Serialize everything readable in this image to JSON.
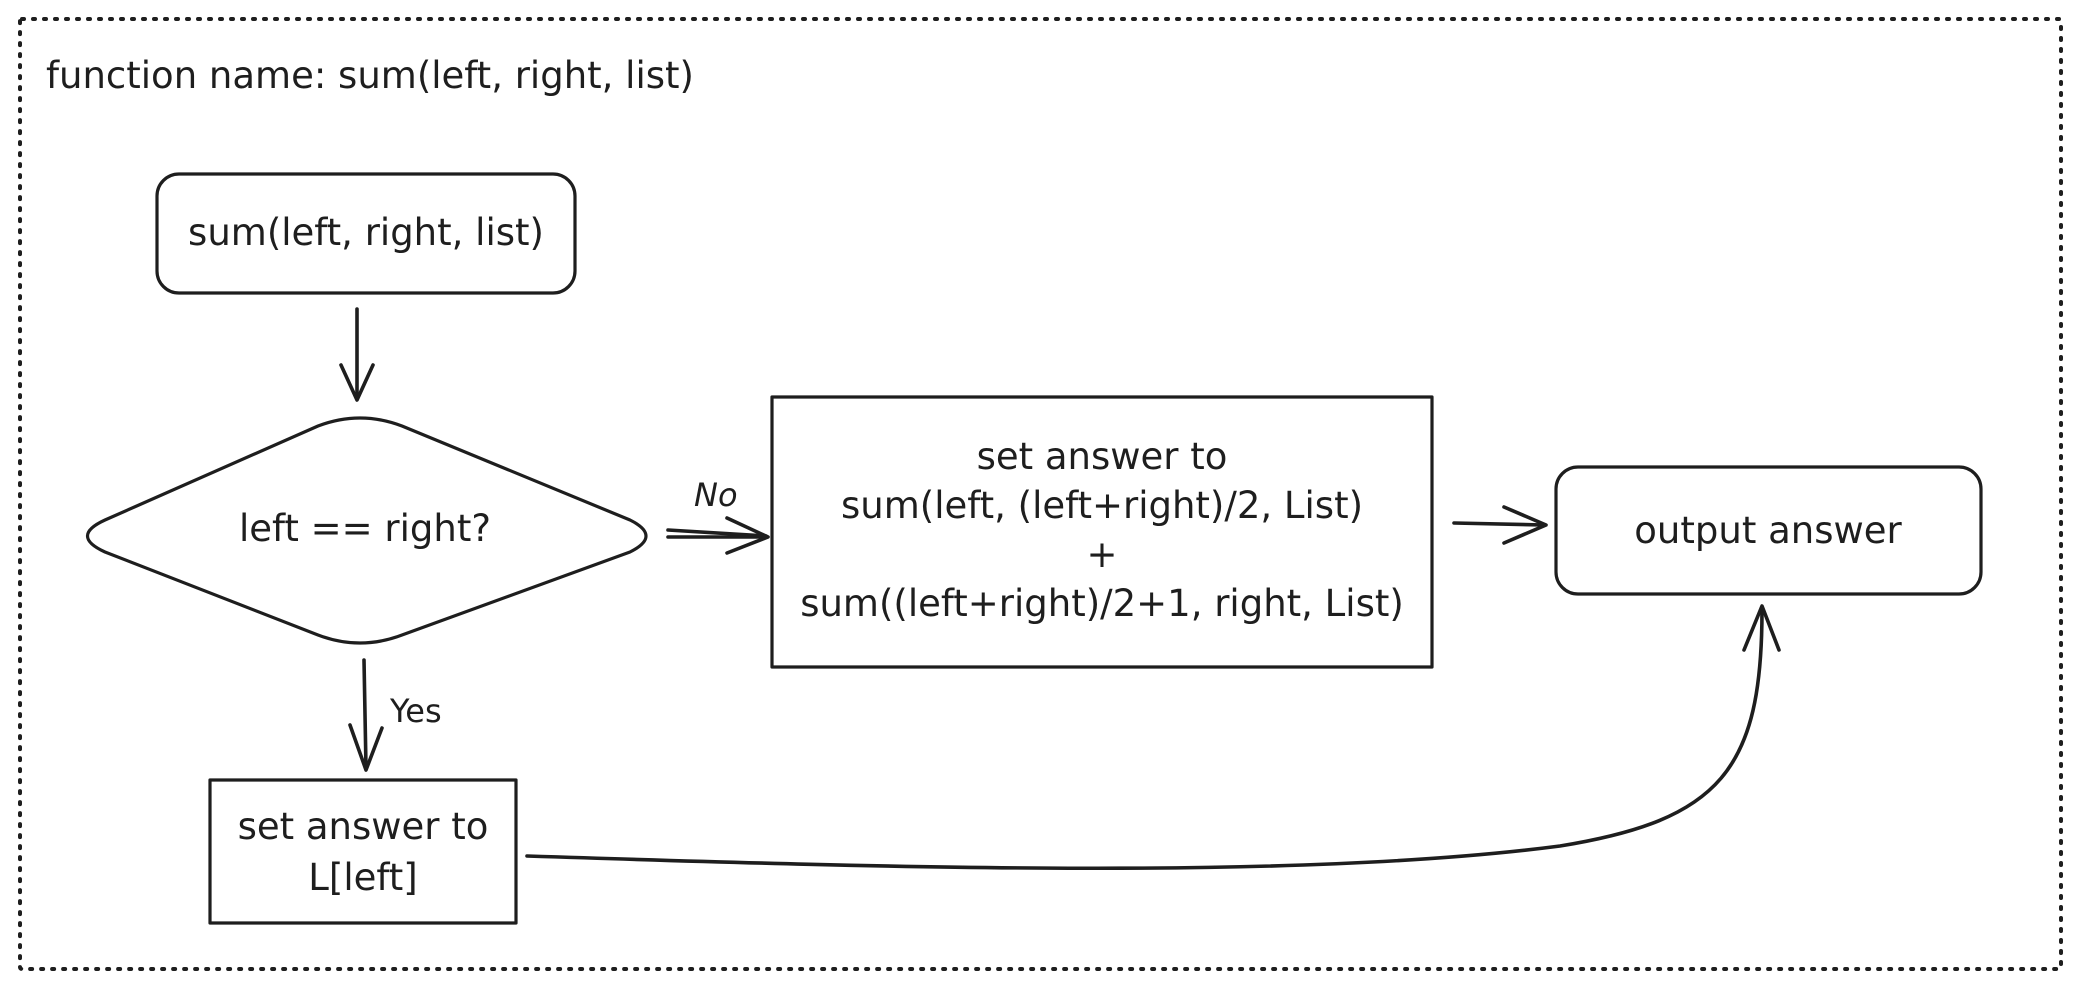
{
  "diagram": {
    "title": "function name: sum(left, right, list)",
    "nodes": {
      "start": {
        "text": "sum(left, right, list)"
      },
      "decision": {
        "text": "left == right?"
      },
      "recurse": {
        "lines": [
          "set answer to",
          "sum(left, (left+right)/2, List)",
          "+",
          "sum((left+right)/2+1, right, List)"
        ]
      },
      "base": {
        "lines": [
          "set answer to",
          "L[left]"
        ]
      },
      "output": {
        "text": "output answer"
      }
    },
    "edges": {
      "no_label": "No",
      "yes_label": "Yes"
    },
    "colors": {
      "stroke": "#1e1e1e",
      "background": "#ffffff"
    }
  }
}
